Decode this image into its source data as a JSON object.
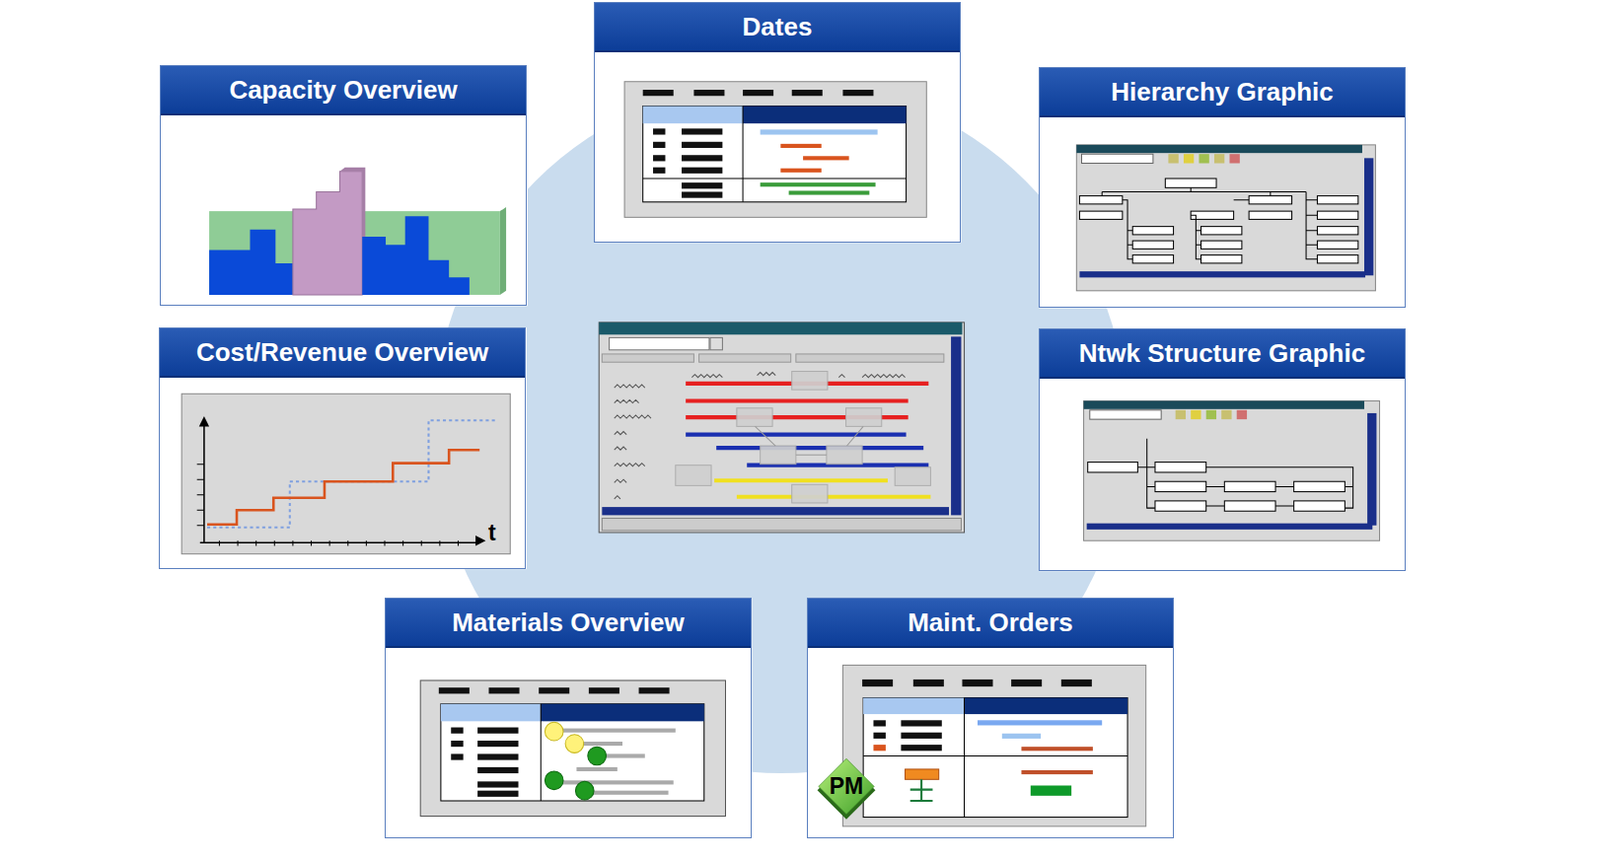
{
  "diagram": {
    "nodes": [
      {
        "text": [
          "Dates"
        ]
      },
      {
        "text": [
          "Capacity Overview"
        ]
      },
      {
        "text": [
          "Hierarchy Graphic"
        ]
      },
      {
        "text": [
          "Cost/Revenue Overview"
        ]
      },
      {
        "text": [
          "Ntwk Structure Graphic"
        ]
      },
      {
        "text": [
          "Materials Overview"
        ]
      },
      {
        "text": [
          "Maint. Orders"
        ]
      },
      {
        "text": [
          "PM"
        ],
        "in": 6
      }
    ],
    "labels": [
      "t"
    ]
  }
}
